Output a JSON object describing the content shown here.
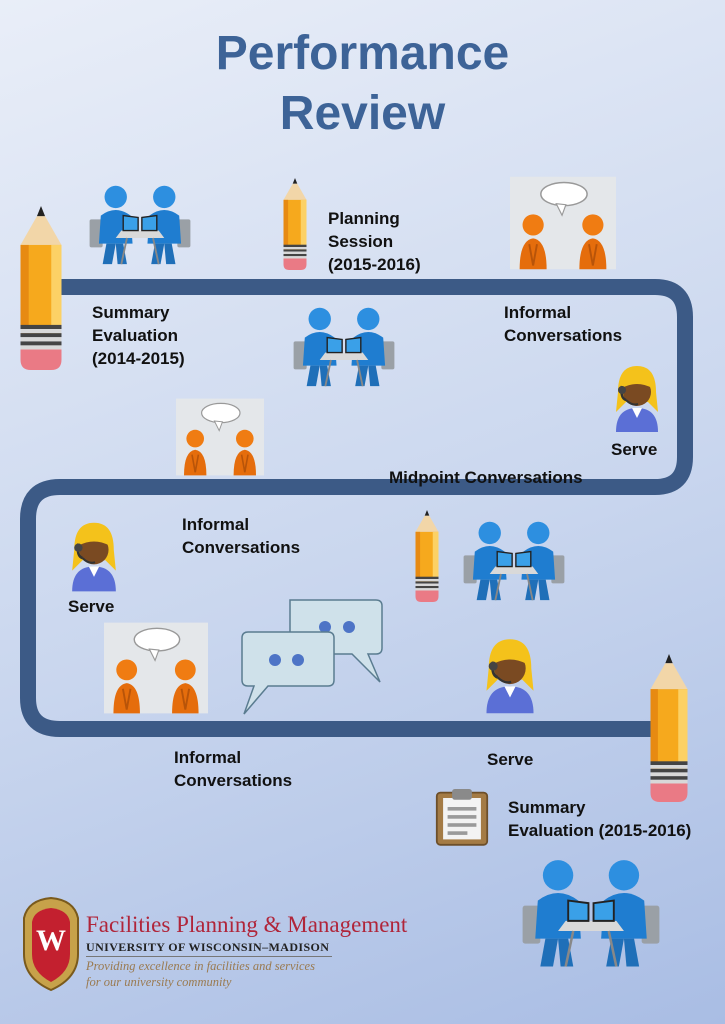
{
  "title": {
    "line1": "Performance",
    "line2": "Review"
  },
  "labels": {
    "planning_session": [
      "Planning",
      "Session",
      "(2015-2016)"
    ],
    "summary_evaluation_1": [
      "Summary",
      "Evaluation",
      "(2014-2015)"
    ],
    "informal_conversations_1": [
      "Informal",
      "Conversations"
    ],
    "serve_1": "Serve",
    "midpoint_conversations": "Midpoint  Conversations",
    "informal_conversations_2": [
      "Informal",
      "Conversations"
    ],
    "serve_2": "Serve",
    "informal_conversations_3": [
      "Informal",
      "Conversations"
    ],
    "serve_3": "Serve",
    "summary_evaluation_2": [
      "Summary",
      "Evaluation (2015-2016)"
    ]
  },
  "footer": {
    "logo_letter": "W",
    "org_name": "Facilities Planning & Management",
    "university": "UNIVERSITY OF WISCONSIN–MADISON",
    "tagline_1": "Providing excellence in facilities and services",
    "tagline_2": "for our university community"
  },
  "icons": [
    "pencil-icon",
    "meeting-people-icon",
    "chat-people-icon",
    "support-agent-icon",
    "speech-bubbles-icon",
    "clipboard-icon"
  ],
  "colors": {
    "title": "#3d6397",
    "path": "#3c5a86",
    "org_name": "#b0253a",
    "tagline": "#9a7a50"
  }
}
